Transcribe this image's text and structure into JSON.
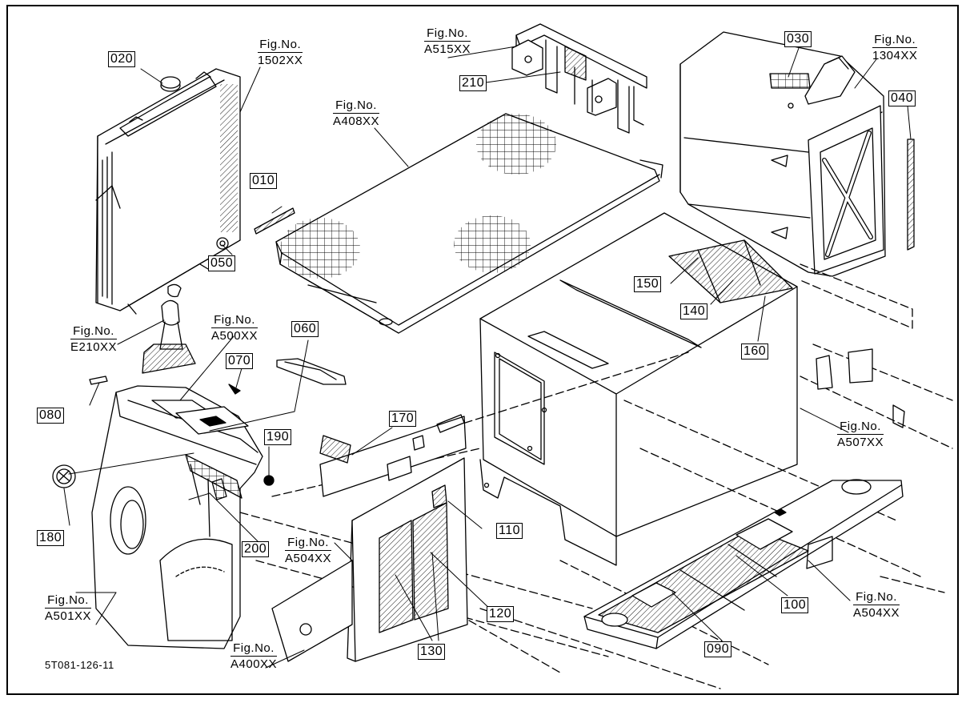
{
  "sheet_id": "5T081-126-11",
  "part_numbers": [
    "020",
    "050",
    "010",
    "210",
    "030",
    "040",
    "150",
    "140",
    "160",
    "060",
    "070",
    "080",
    "190",
    "180",
    "200",
    "170",
    "110",
    "120",
    "130",
    "100",
    "090"
  ],
  "figure_refs": [
    {
      "line1": "Fig.No.",
      "line2": "1502XX"
    },
    {
      "line1": "Fig.No.",
      "line2": "A515XX"
    },
    {
      "line1": "Fig.No.",
      "line2": "A408XX"
    },
    {
      "line1": "Fig.No.",
      "line2": "1304XX"
    },
    {
      "line1": "Fig.No.",
      "line2": "E210XX"
    },
    {
      "line1": "Fig.No.",
      "line2": "A500XX"
    },
    {
      "line1": "Fig.No.",
      "line2": "A507XX"
    },
    {
      "line1": "Fig.No.",
      "line2": "A504XX"
    },
    {
      "line1": "Fig.No.",
      "line2": "A501XX"
    },
    {
      "line1": "Fig.No.",
      "line2": "A504XX"
    },
    {
      "line1": "Fig.No.",
      "line2": "A400XX"
    }
  ]
}
